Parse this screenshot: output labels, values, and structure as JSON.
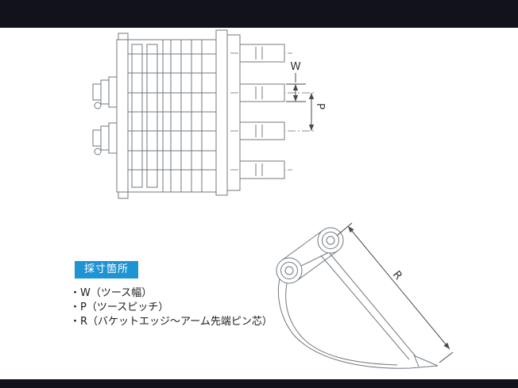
{
  "page": {
    "background": "#ffffff",
    "letterbox_color": "#12121c"
  },
  "badge": {
    "label": "採寸箇所",
    "background": "#1e94d2",
    "text_color": "#ffffff"
  },
  "legend": {
    "items": [
      "・W（ツース幅）",
      "・P（ツースピッチ）",
      "・R（バケットエッジ〜アーム先端ピン芯）"
    ]
  },
  "dimensions": {
    "tooth_width": "W",
    "tooth_pitch": "P",
    "edge_to_pin": "R"
  }
}
